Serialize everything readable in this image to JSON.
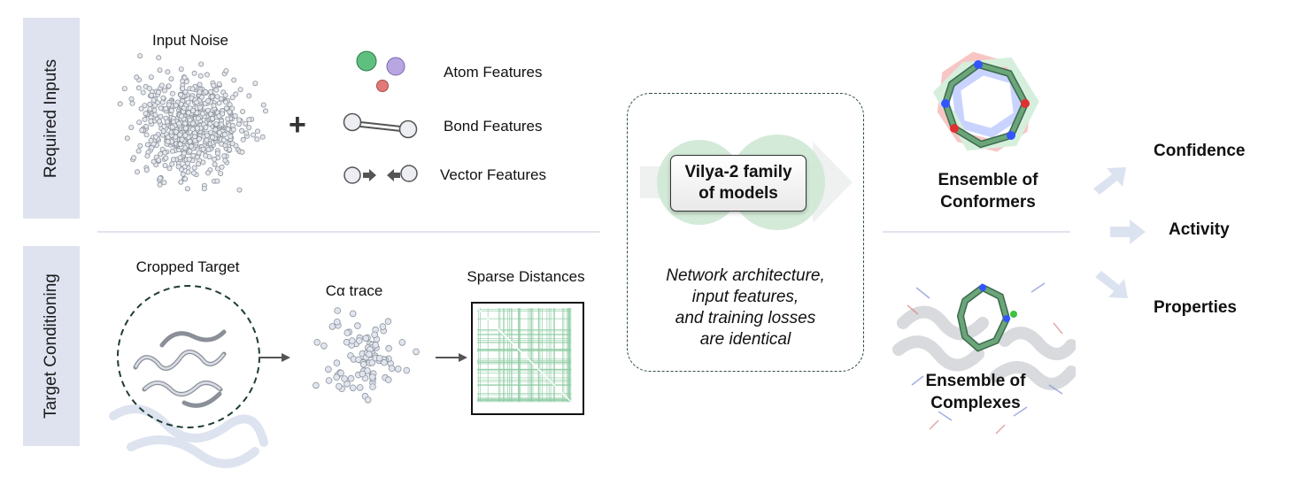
{
  "sections": {
    "required_inputs": "Required Inputs",
    "target_conditioning": "Target Conditioning"
  },
  "inputs": {
    "input_noise": "Input Noise",
    "plus": "+",
    "atom_features": "Atom Features",
    "bond_features": "Bond Features",
    "vector_features": "Vector Features"
  },
  "target": {
    "cropped_target": "Cropped Target",
    "ca_trace": "Cα trace",
    "sparse_distances": "Sparse Distances"
  },
  "model": {
    "name": "Vilya-2 family\nof models",
    "note": "Network architecture,\ninput features,\nand training losses\nare identical"
  },
  "ensembles": {
    "conformers": "Ensemble of\nConformers",
    "complexes": "Ensemble of\nComplexes"
  },
  "outputs": {
    "confidence": "Confidence",
    "activity": "Activity",
    "properties": "Properties"
  },
  "colors": {
    "atom_green": "#5fbf7e",
    "atom_purple": "#b7a6e2",
    "atom_red": "#e07b78",
    "accent_green": "#7fbf8f",
    "section_bg": "#dfe3f0",
    "arrow_light": "#dce3f0"
  },
  "icons": [
    "plus-icon",
    "bond-icon",
    "vector-arrow-icon",
    "arrow-right-icon",
    "protein-structure-icon",
    "distance-matrix-icon",
    "molecule-icon"
  ]
}
